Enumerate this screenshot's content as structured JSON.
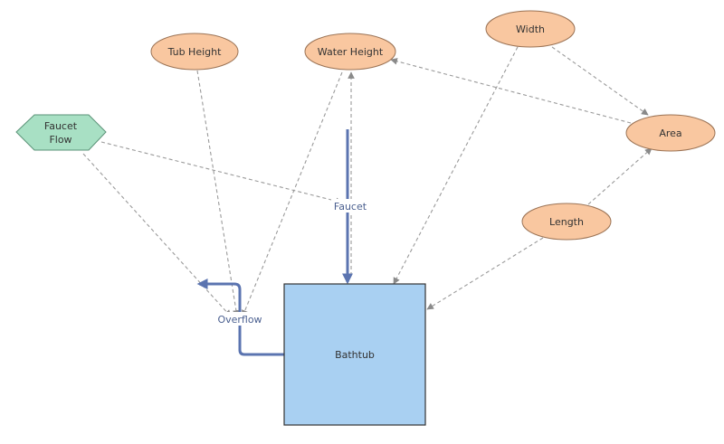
{
  "nodes": {
    "tub_height": "Tub Height",
    "water_height": "Water Height",
    "width": "Width",
    "area": "Area",
    "faucet_flow_line1": "Faucet",
    "faucet_flow_line2": "Flow",
    "length": "Length",
    "bathtub": "Bathtub"
  },
  "flows": {
    "faucet": "Faucet",
    "overflow": "Overflow"
  },
  "colors": {
    "variable_fill": "#f9c7a0",
    "variable_stroke": "#9b7355",
    "converter_fill": "#a8e0c4",
    "converter_stroke": "#5a9277",
    "stock_fill": "#a9d0f2",
    "stock_stroke": "#333333",
    "flow": "#5b74b0",
    "link": "#9a9a9a"
  }
}
